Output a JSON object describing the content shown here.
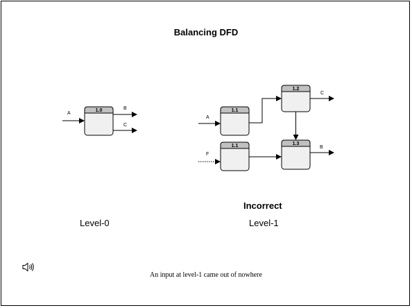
{
  "title": "Balancing DFD",
  "level0": {
    "process_id": "1.0",
    "inputs": [
      "A"
    ],
    "outputs": [
      "B",
      "C"
    ],
    "caption": "Level-0"
  },
  "level1": {
    "verdict": "Incorrect",
    "caption": "Level-1",
    "processes": [
      {
        "id": "1.1"
      },
      {
        "id": "1.2"
      },
      {
        "id": "1.1"
      },
      {
        "id": "1.3"
      }
    ],
    "flows": {
      "input_a": "A",
      "output_c": "C",
      "input_f": "F",
      "output_b": "B"
    }
  },
  "note": "An input at level-1 came out of nowhere",
  "icons": {
    "speaker": "speaker-sound-icon"
  }
}
